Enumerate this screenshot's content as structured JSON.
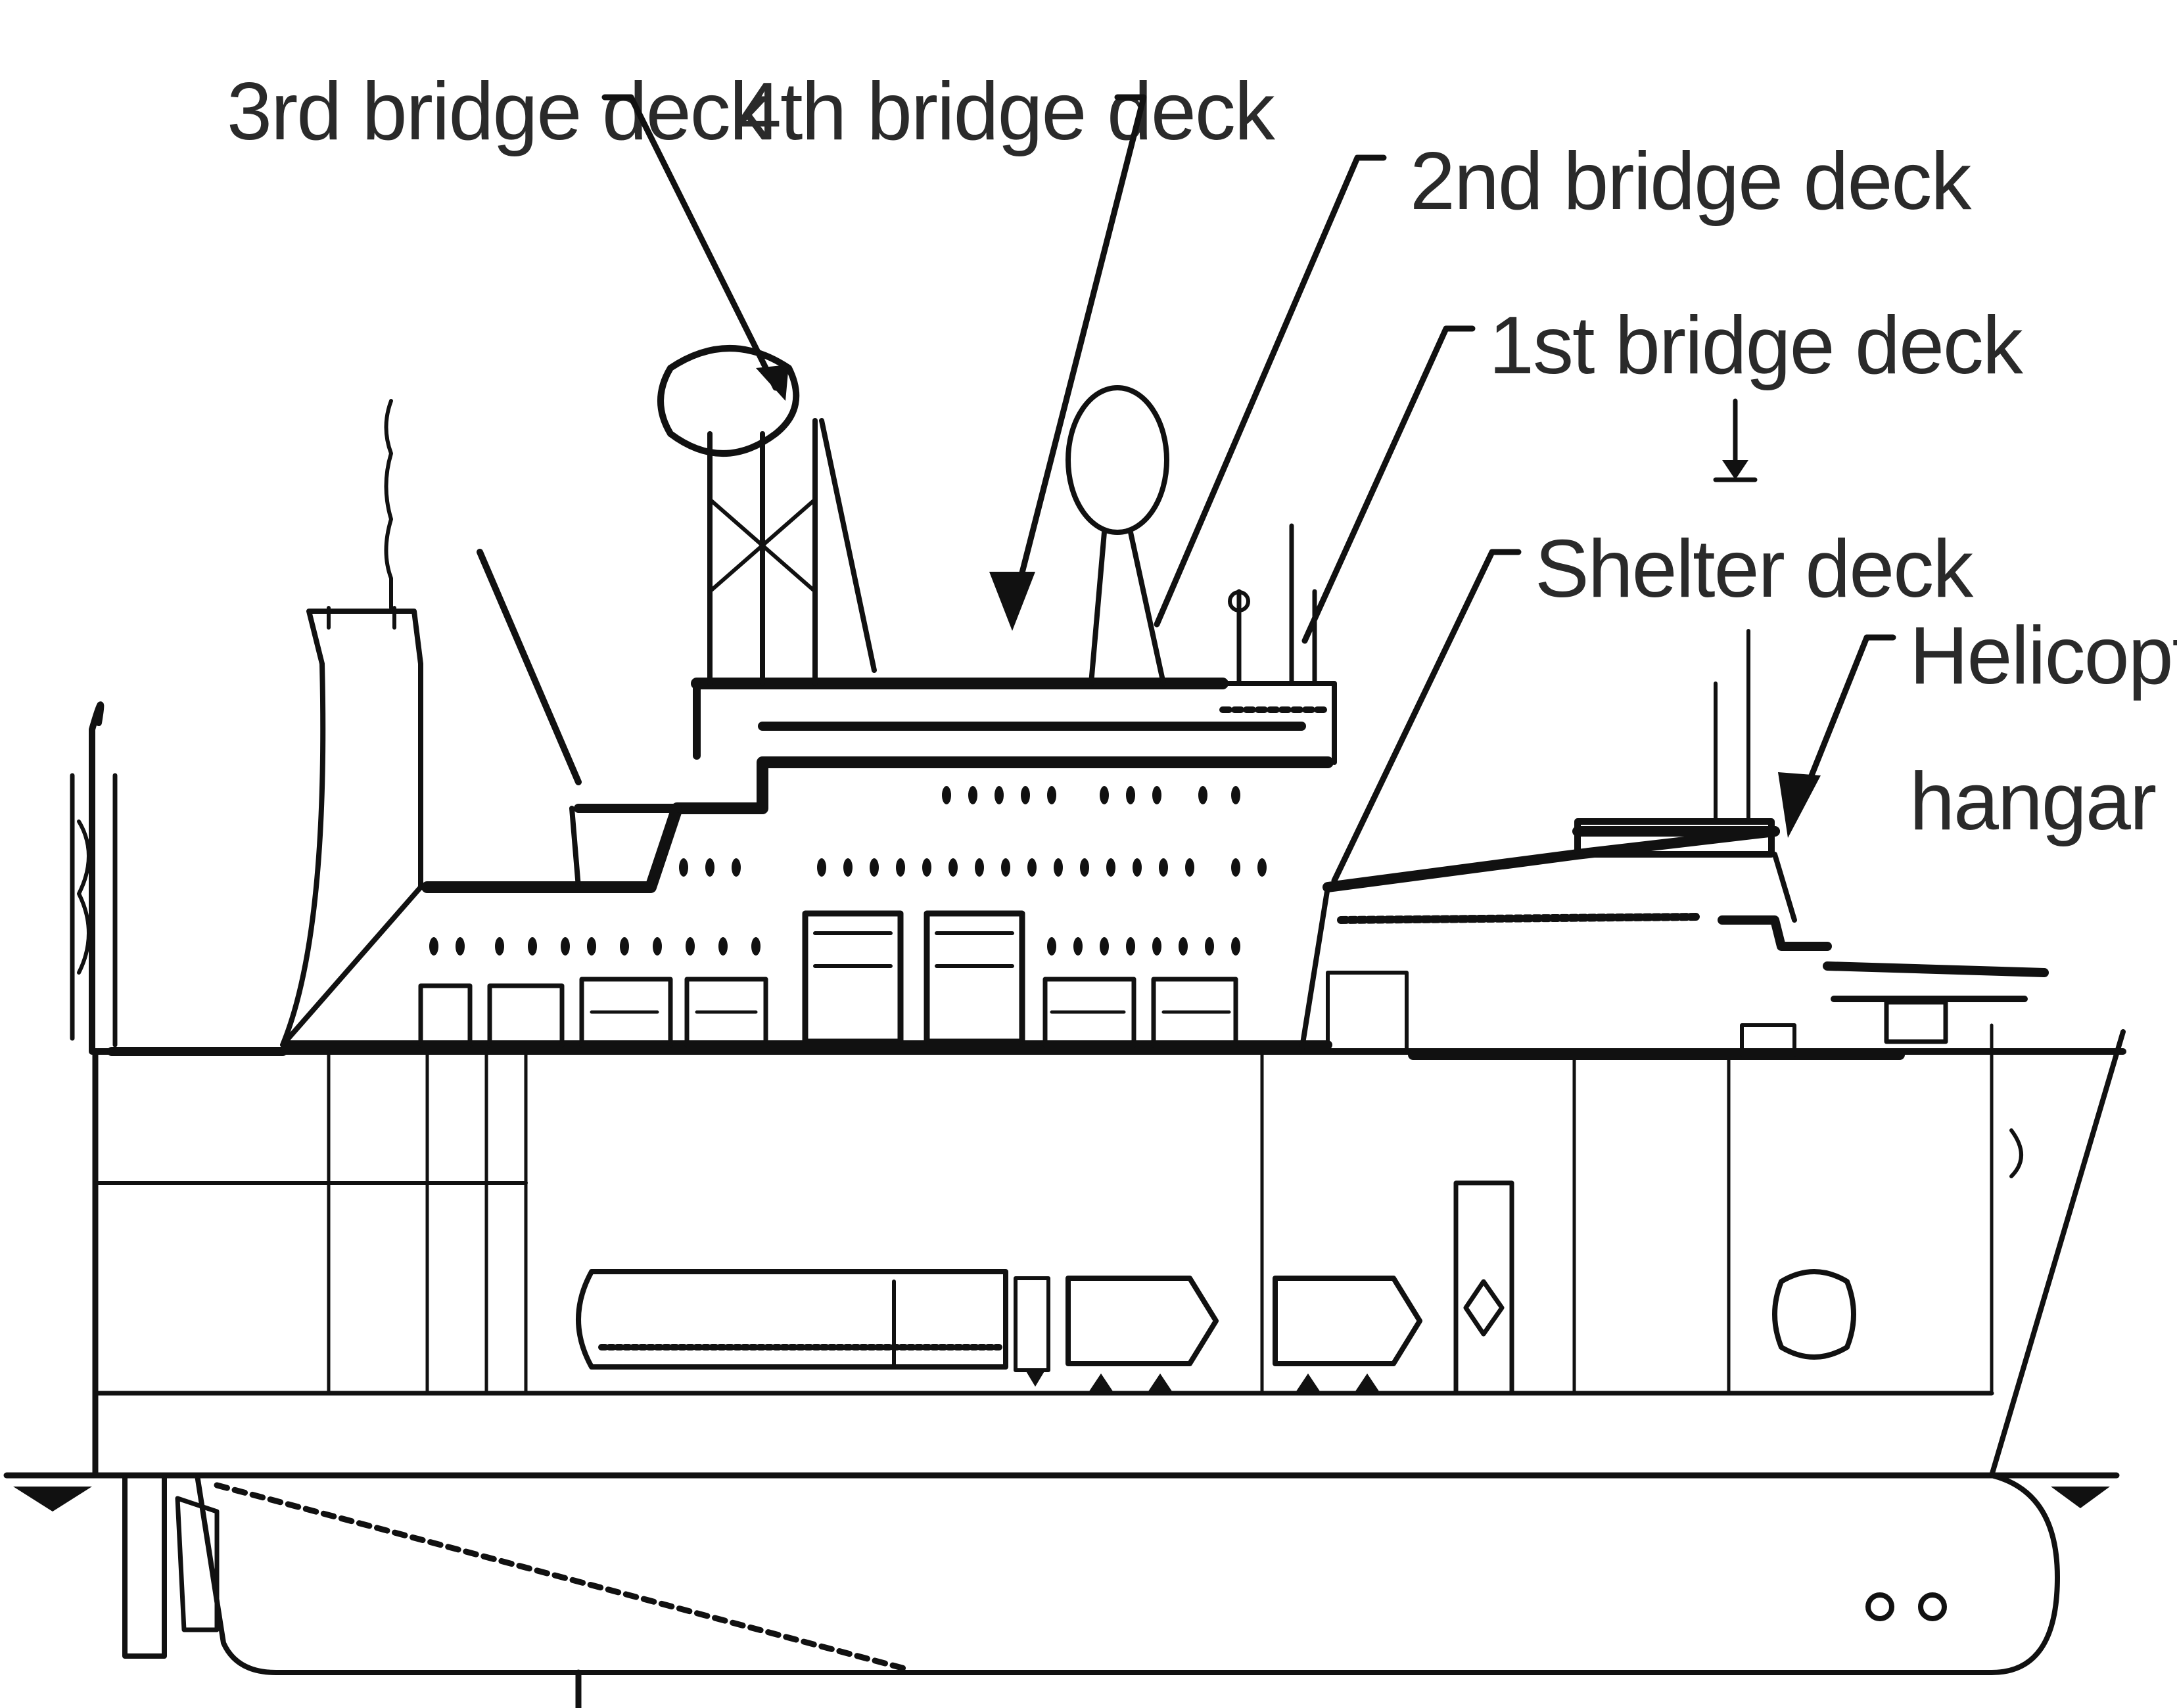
{
  "labels": {
    "bridge3": "3rd bridge deck",
    "bridge4": "4th bridge deck",
    "bridge2": "2nd bridge deck",
    "bridge1": "1st bridge deck",
    "shelter": "Shelter deck",
    "heli_line1": "Helicopter",
    "heli_line2": "hangar"
  },
  "colors": {
    "ink": "#111111",
    "label": "#2a2a2a",
    "background": "#ffffff"
  }
}
